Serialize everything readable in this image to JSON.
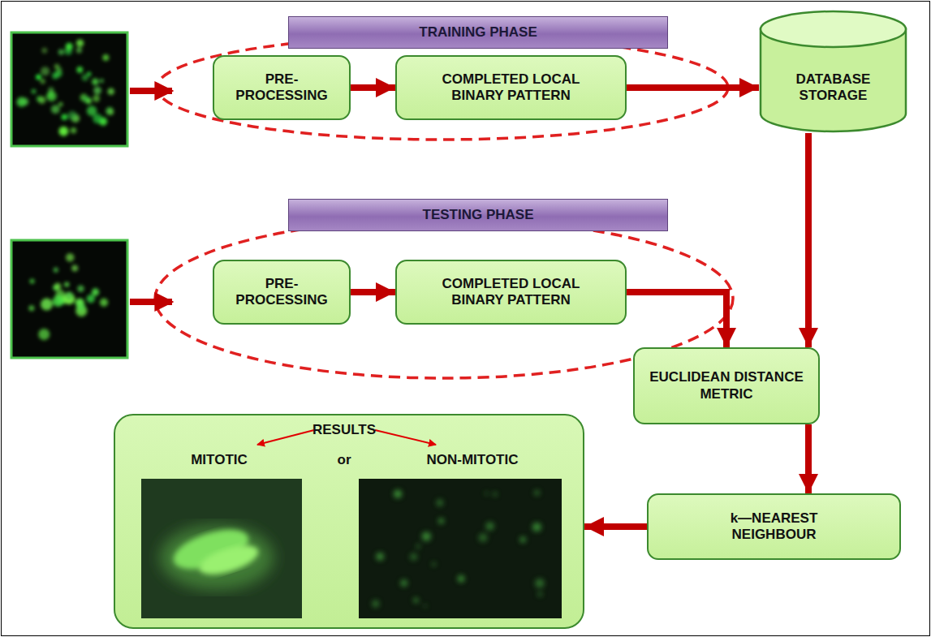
{
  "diagram": {
    "nodes": [
      {
        "text": [
          "TRAINING PHASE"
        ]
      },
      {
        "text": [
          "PRE- PROCESSING"
        ]
      },
      {
        "text": [
          "COMPLETED LOCAL BINARY PATTERN"
        ]
      },
      {
        "text": [
          "DATABASE STORAGE"
        ]
      },
      {
        "text": [
          "TESTING PHASE"
        ]
      },
      {
        "text": [
          "PRE- PROCESSING"
        ]
      },
      {
        "text": [
          "COMPLETED LOCAL BINARY PATTERN"
        ]
      },
      {
        "text": [
          "EUCLIDEAN DISTANCE METRIC"
        ]
      },
      {
        "text": [
          "k—NEAREST NEIGHBOUR"
        ]
      },
      {
        "text": [
          "RESULTS",
          "MITOTIC",
          "or",
          "NON-MITOTIC"
        ]
      }
    ],
    "edges": [
      {
        "from": 1,
        "to": 2,
        "arrow": "to"
      },
      {
        "from": 2,
        "to": 3,
        "arrow": "to"
      },
      {
        "from": 5,
        "to": 6,
        "arrow": "to"
      },
      {
        "from": 3,
        "to": 7,
        "arrow": "to"
      },
      {
        "from": 6,
        "to": 7,
        "arrow": "to"
      },
      {
        "from": 7,
        "to": 8,
        "arrow": "to"
      },
      {
        "from": 8,
        "to": 9,
        "arrow": "to"
      }
    ]
  }
}
